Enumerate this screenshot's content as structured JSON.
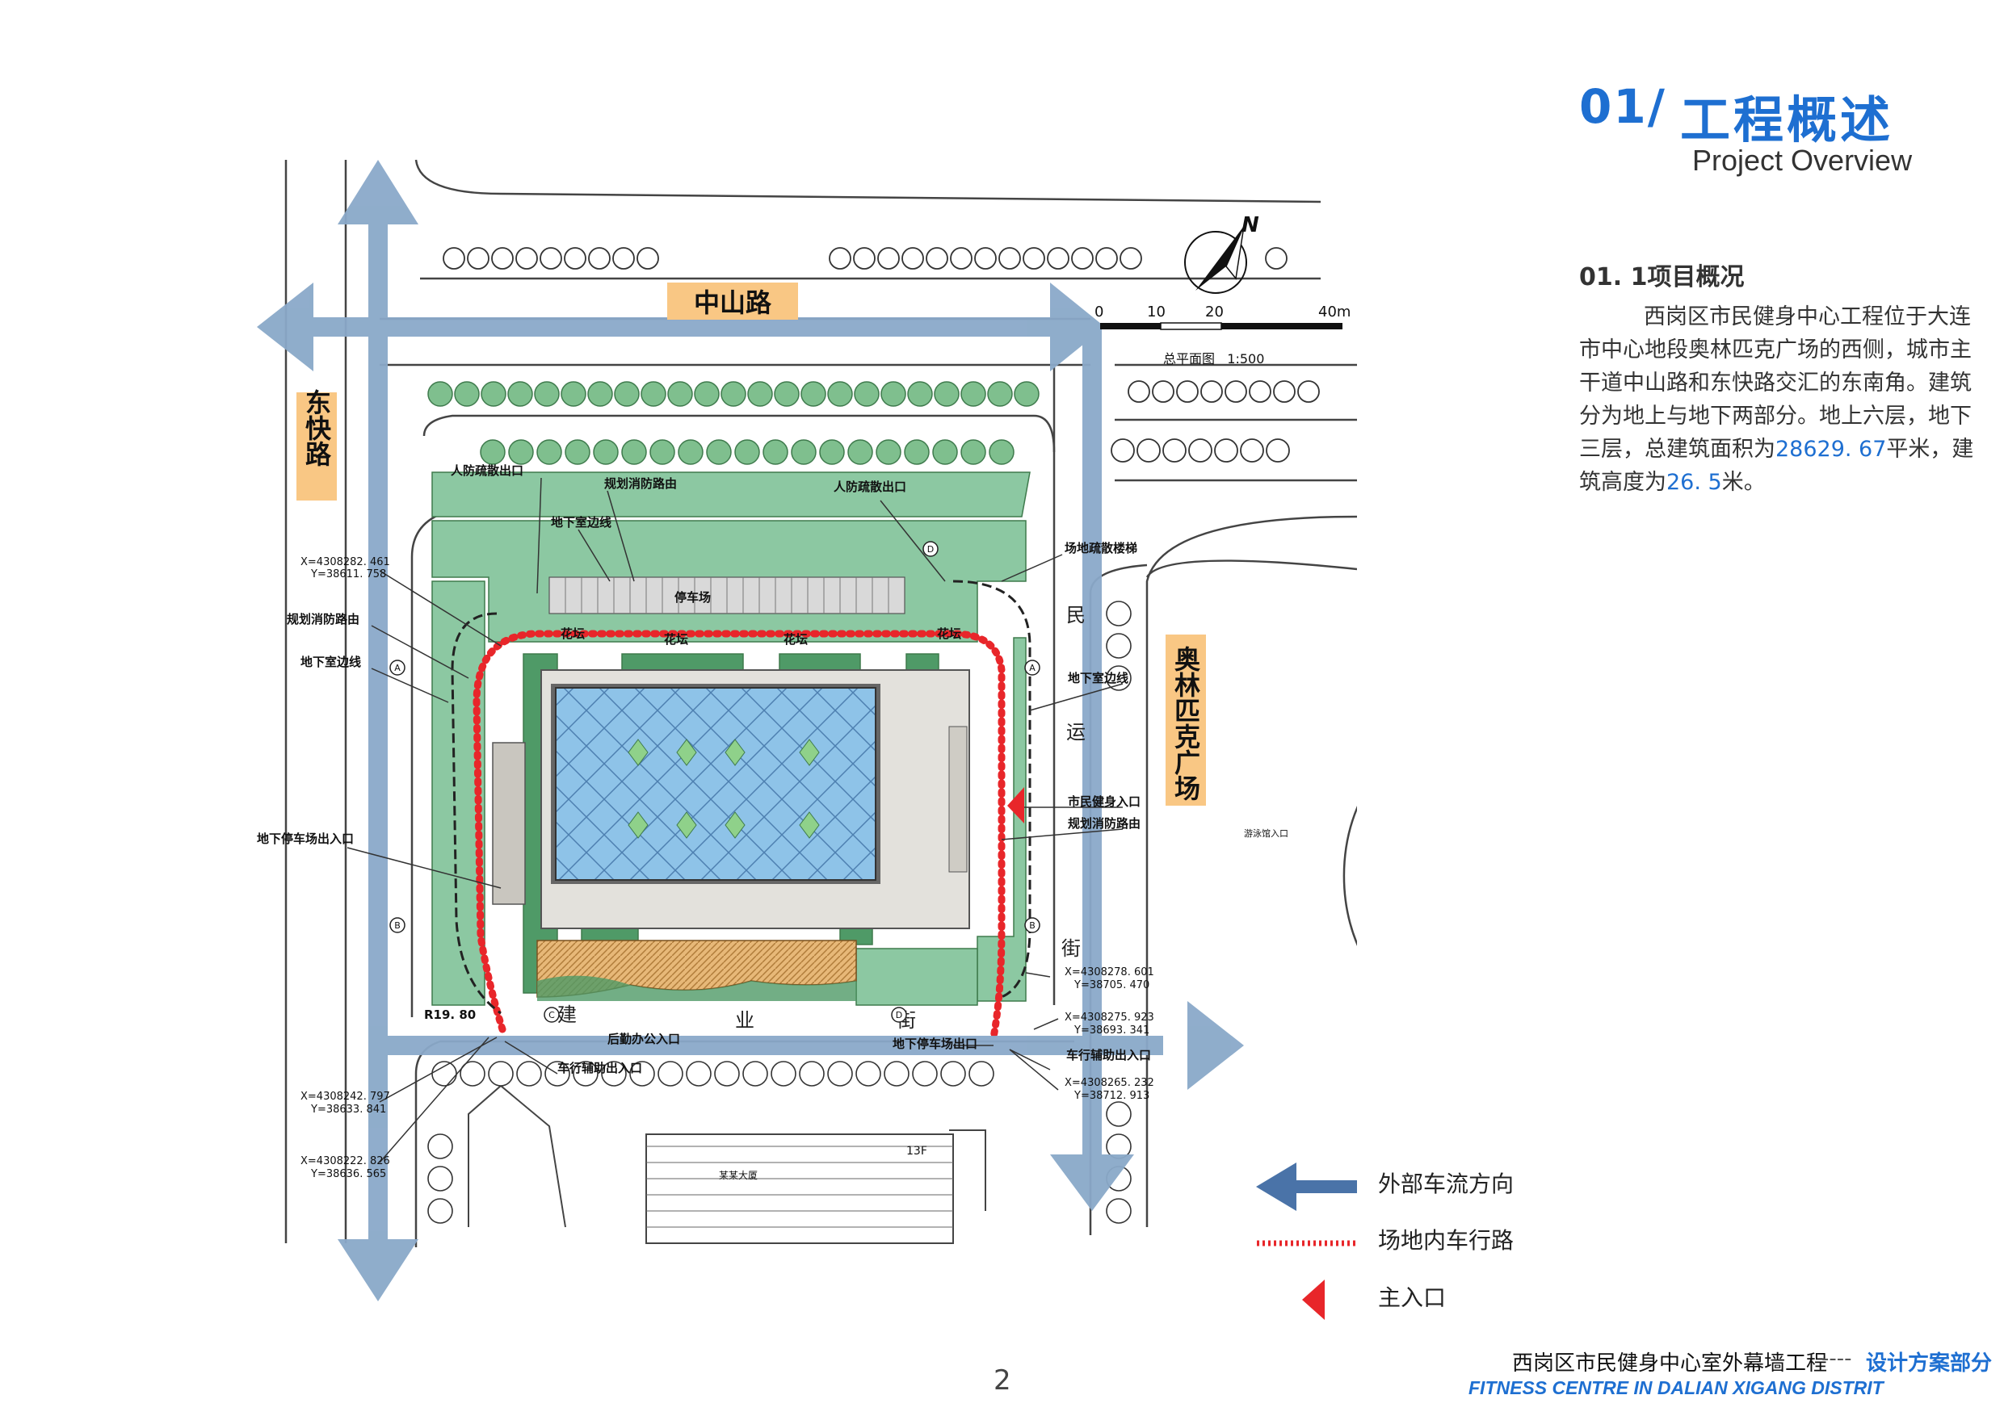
{
  "header": {
    "number": "01/",
    "title": "工程概述",
    "subtitle": "Project Overview"
  },
  "section": {
    "heading": "01. 1项目概况",
    "para_a": "西岗区市民健身中心工程位于大连市中心地段奥林匹克广场的西侧，城市主干道中山路和东快路交汇的东南角。建筑分为地上与地下两部分。地上六层，地下三层，总建筑面积为",
    "area_value": "28629. 67",
    "para_b": "平米，建筑高度为",
    "height_value": "26. 5",
    "para_c": "米。"
  },
  "plan": {
    "roads": {
      "zhongshan": "中山路",
      "dongkuai": "东快路",
      "olympic": "奥林匹克广场",
      "minyun": [
        "民",
        "运",
        "街"
      ],
      "jianye": [
        "建",
        "业",
        "街"
      ]
    },
    "scale": {
      "ticks": [
        "0",
        "10",
        "20",
        "40m"
      ],
      "caption": "总平面图   1:500"
    },
    "north": "N",
    "labels": {
      "civil_exit_1": "人防疏散出口",
      "civil_exit_2": "人防疏散出口",
      "fire_road_top": "规划消防路由",
      "basement_line_top": "地下室边线",
      "parking": "停车场",
      "fire_stair": "场地疏散楼梯",
      "flower_1": "花坛",
      "flower_2": "花坛",
      "flower_3": "花坛",
      "flower_4": "花坛",
      "fire_road_left": "规划消防路由",
      "basement_line_left": "地下室边线",
      "basement_line_right": "地下室边线",
      "main_entrance": "市民健身入口",
      "fire_road_right": "规划消防路由",
      "ug_parking_left": "地下停车场出入口",
      "ug_parking_bottom": "地下停车场出口",
      "rear_office": "后勤办公入口",
      "aux_exit_left": "车行辅助出入口",
      "aux_exit_right": "车行辅助出入口",
      "radius": "R19. 80",
      "round_plaza": "游泳馆入口",
      "tower_text": "13F",
      "tower_name": "某某大厦"
    },
    "coords": {
      "c1x": "X=4308282. 461",
      "c1y": "Y=38611. 758",
      "c2x": "X=4308278. 601",
      "c2y": "Y=38705. 470",
      "c3x": "X=4308275. 923",
      "c3y": "Y=38693. 341",
      "c4x": "X=4308265. 232",
      "c4y": "Y=38712. 913",
      "c5x": "X=4308242. 797",
      "c5y": "Y=38633. 841",
      "c6x": "X=4308222. 826",
      "c6y": "Y=38636. 565"
    },
    "axes": [
      "A",
      "B",
      "C",
      "D"
    ]
  },
  "legend": {
    "traffic": "外部车流方向",
    "onsite": "场地内车行路",
    "entrance": "主入口"
  },
  "colors": {
    "accent": "#1e6fd1",
    "arrow": "#8aa9c9",
    "green": "#8cc8a2",
    "road_label_bg": "#f9c784",
    "route_red": "#e8262a",
    "water": "#8ec3e8"
  },
  "footer": {
    "page": "2",
    "title_cn": "西岗区市民健身中心室外幕墙工程",
    "dash": "----",
    "title_blue": "设计方案部分",
    "title_en": "FITNESS CENTRE IN DALIAN XIGANG DISTRIT"
  }
}
